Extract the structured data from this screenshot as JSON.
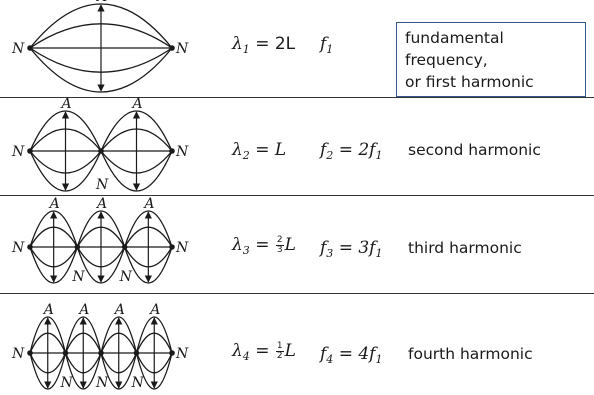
{
  "node_label": "N",
  "antinode_label": "A",
  "rows": [
    {
      "id": "first",
      "loops": 1,
      "lambda_sub": "1",
      "lambda_rhs": "2L",
      "lambda_frac": null,
      "f_sub": "1",
      "f_rhs": "",
      "desc_line1": "fundamental frequency,",
      "desc_line2": "or first harmonic",
      "boxed": true
    },
    {
      "id": "second",
      "loops": 2,
      "lambda_sub": "2",
      "lambda_rhs": "L",
      "lambda_frac": null,
      "f_sub": "2",
      "f_rhs": "2f",
      "desc_line1": "second harmonic",
      "boxed": false
    },
    {
      "id": "third",
      "loops": 3,
      "lambda_sub": "3",
      "lambda_rhs": "L",
      "lambda_frac": {
        "num": "2",
        "den": "3"
      },
      "f_sub": "3",
      "f_rhs": "3f",
      "desc_line1": "third harmonic",
      "boxed": false
    },
    {
      "id": "fourth",
      "loops": 4,
      "lambda_sub": "4",
      "lambda_rhs": "L",
      "lambda_frac": {
        "num": "1",
        "den": "2"
      },
      "f_sub": "4",
      "f_rhs": "4f",
      "desc_line1": "fourth harmonic",
      "boxed": false
    }
  ],
  "f_rhs_sub": "1",
  "lambda_symbol": "λ",
  "f_symbol": "f",
  "equals": "="
}
